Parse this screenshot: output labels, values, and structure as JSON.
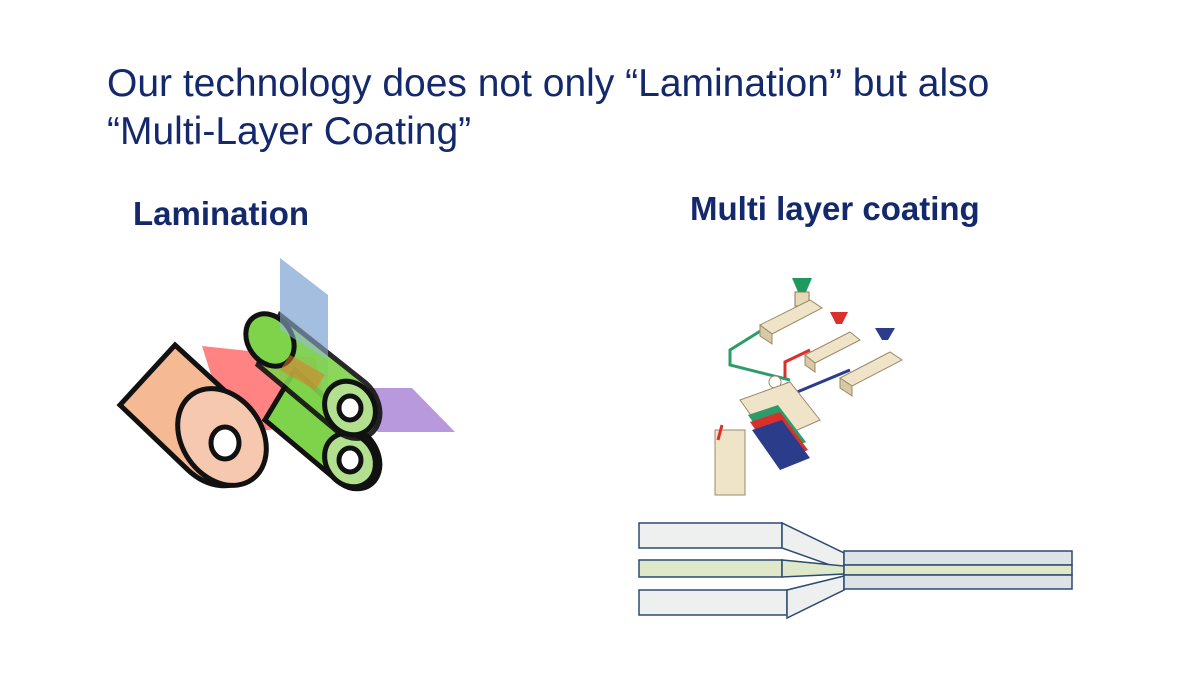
{
  "slide": {
    "title_line1": "Our technology does not only “Lamination” but also",
    "title_line2": "“Multi-Layer Coating”"
  },
  "lamination": {
    "label": "Lamination",
    "colors": {
      "roll": "#f5b994",
      "red_film": "#ff6b6b",
      "green_roll": "#7fd34a",
      "blue_film": "#9ab8db",
      "purple_film": "#a77fd4"
    }
  },
  "multilayer": {
    "label": "Multi layer coating",
    "colors": {
      "extruder": "#efe3c8",
      "line_green": "#2e9b6b",
      "line_red": "#d9302b",
      "line_blue": "#2b3d8a",
      "layer_fill": "#eef0f0",
      "core_fill": "#dfe8c8",
      "outline": "#2c4a72"
    }
  }
}
